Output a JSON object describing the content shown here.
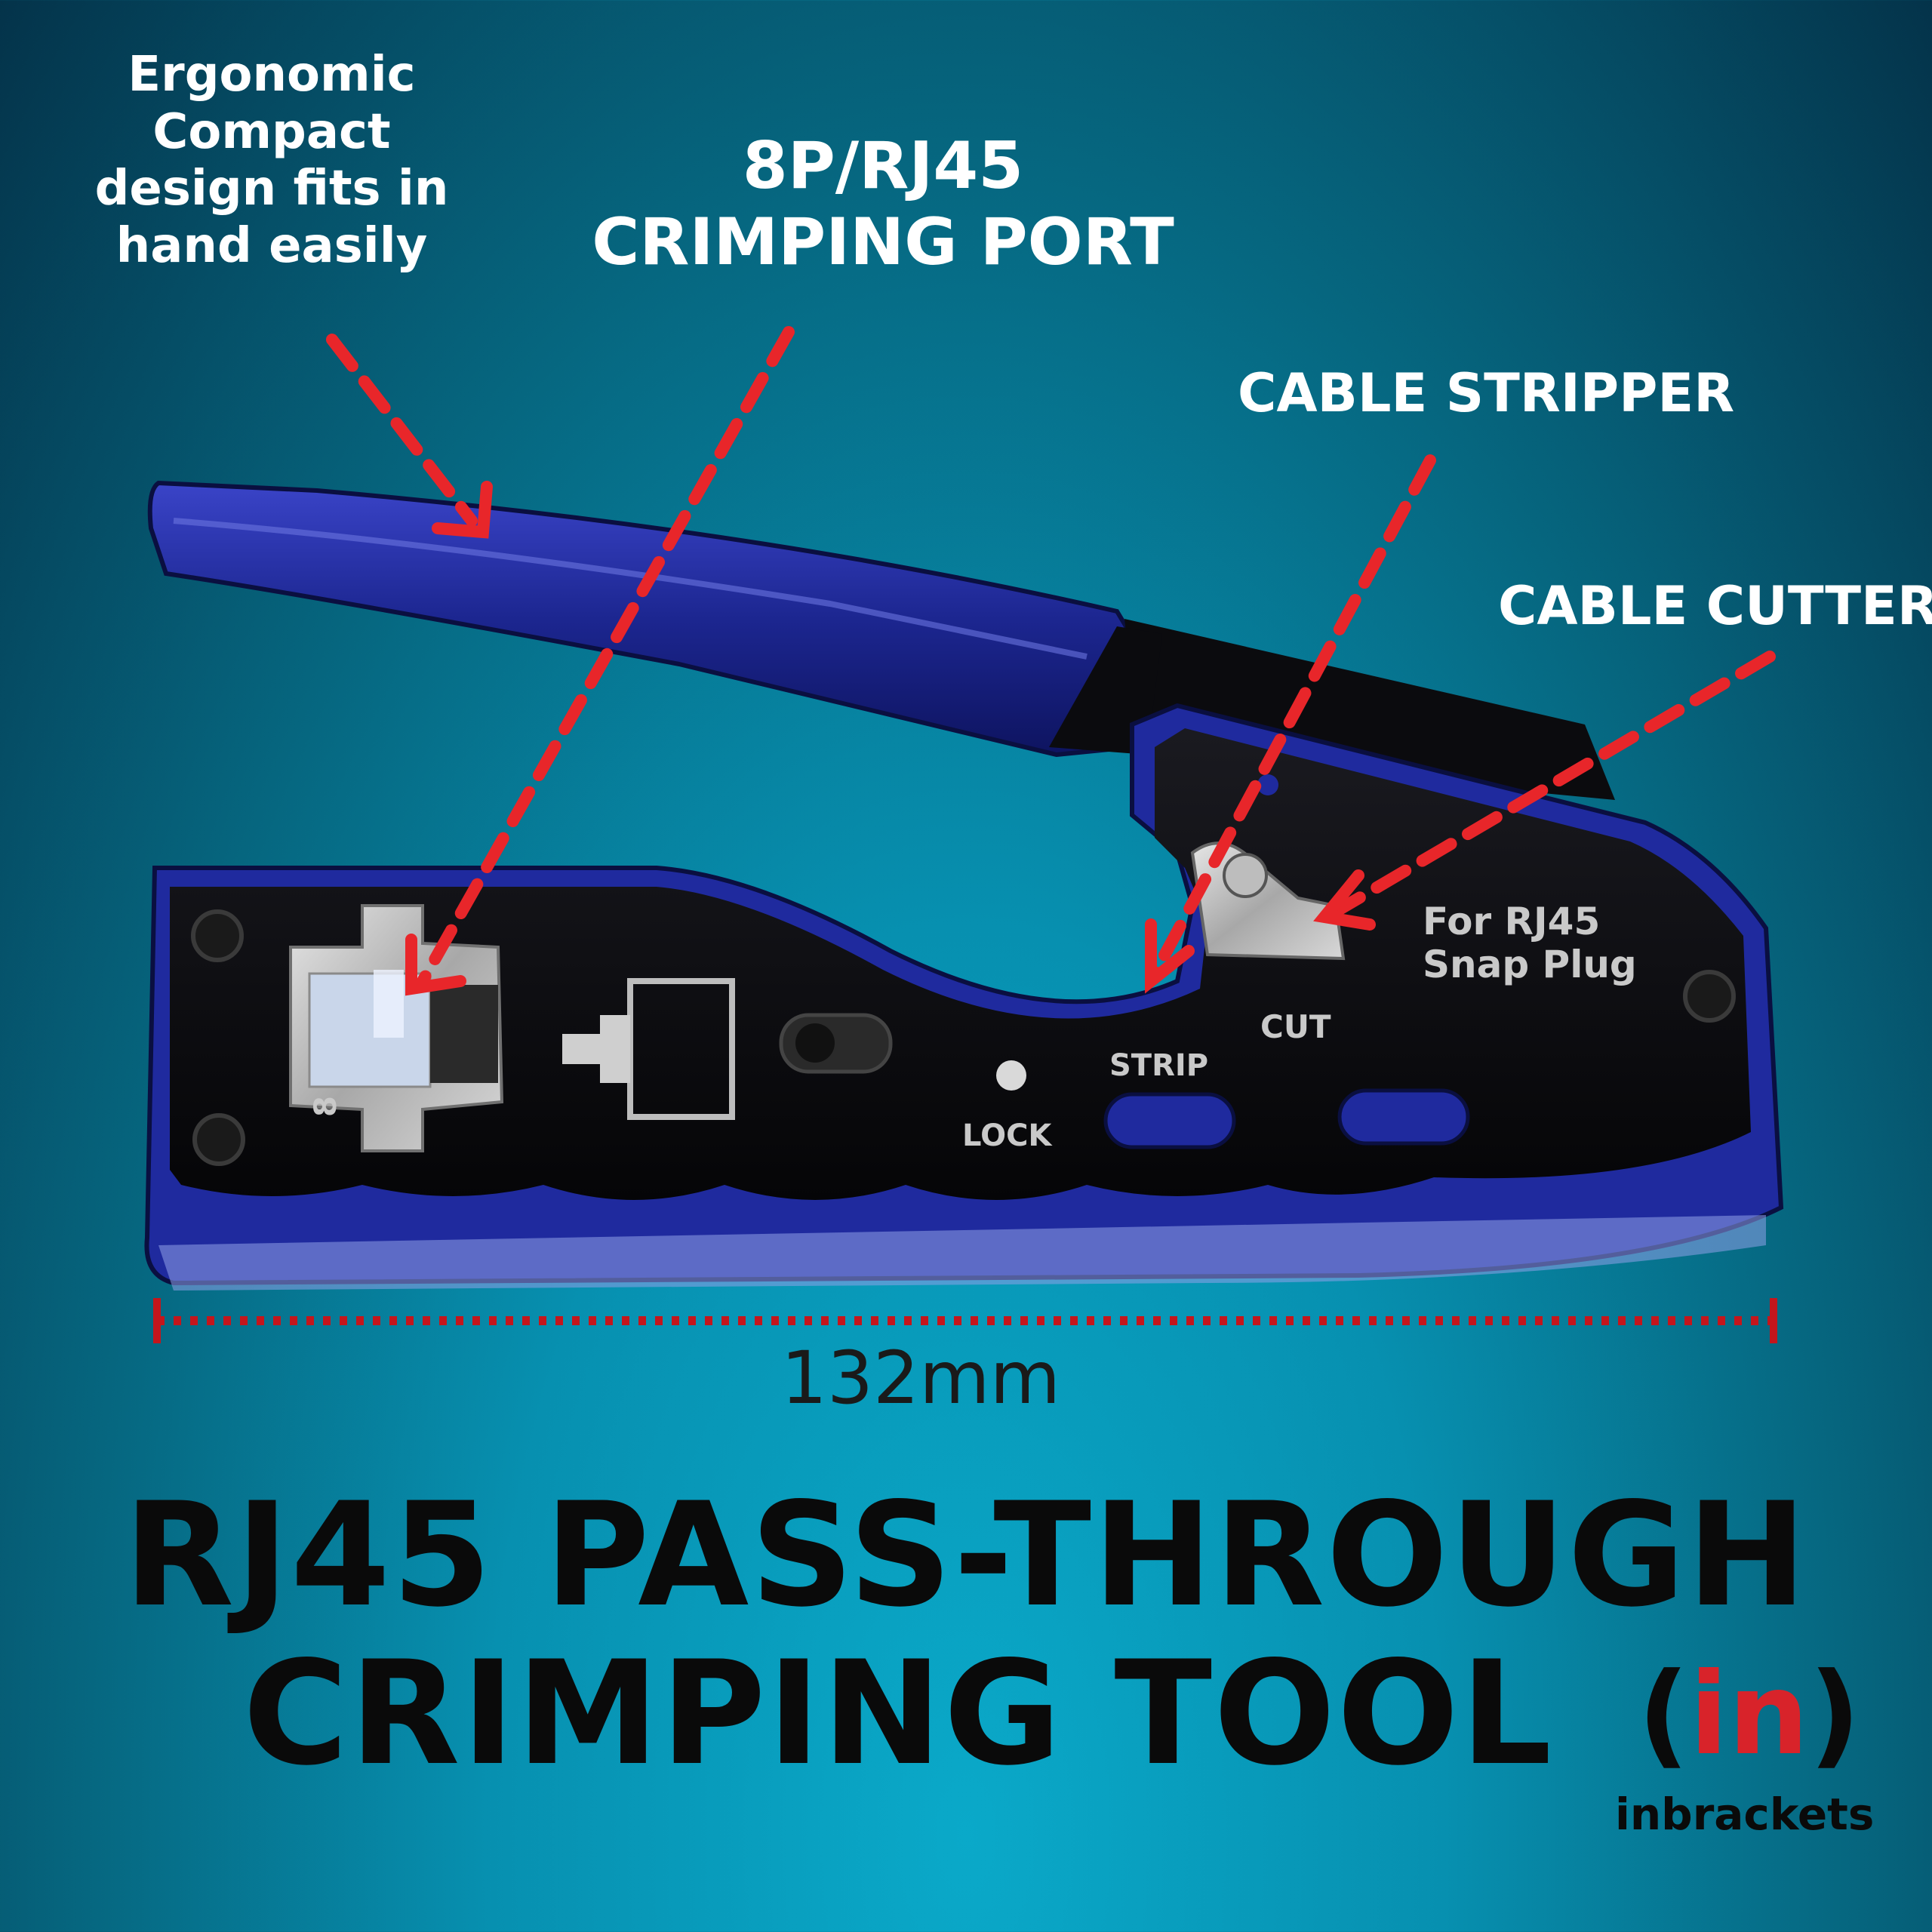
{
  "callouts": {
    "ergonomic": "Ergonomic\nCompact\ndesign fits in\nhand easily",
    "crimping_port": "8P/RJ45\nCRIMPING PORT",
    "cable_stripper": "CABLE STRIPPER",
    "cable_cutter": "CABLE CUTTER"
  },
  "tool_markings": {
    "for_rj45": "For RJ45",
    "snap_plug": "Snap Plug",
    "cut": "CUT",
    "strip": "STRIP",
    "lock": "LOCK",
    "die_number": "8"
  },
  "measurement": "132mm",
  "title": {
    "line1": "RJ45 PASS-THROUGH",
    "line2": "CRIMPING TOOL"
  },
  "logo": {
    "open": "(",
    "inner": "in",
    "close": ")",
    "wordmark": "inbrackets"
  },
  "colors": {
    "handle_blue": "#1f2a9e",
    "body_black": "#0b0b0e",
    "arrow_red": "#e8262a",
    "logo_red": "#d8232a"
  }
}
